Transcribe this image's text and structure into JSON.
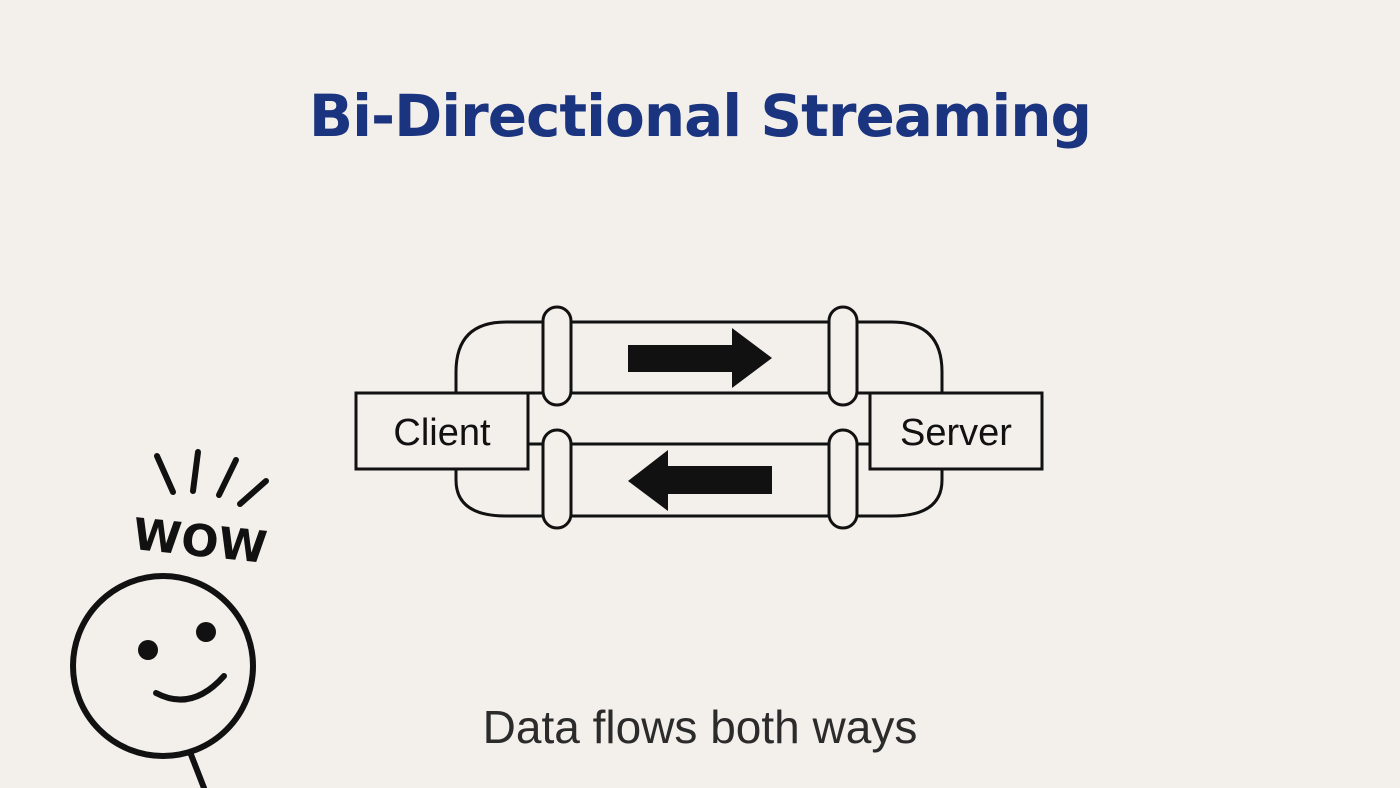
{
  "title": "Bi-Directional Streaming",
  "caption": "Data flows both ways",
  "diagram": {
    "client_label": "Client",
    "server_label": "Server",
    "top_arrow_direction": "right",
    "bottom_arrow_direction": "left"
  },
  "sticker": {
    "text": "WOW"
  },
  "colors": {
    "background": "#f3f0eb",
    "title": "#1b347f",
    "ink": "#111111"
  }
}
